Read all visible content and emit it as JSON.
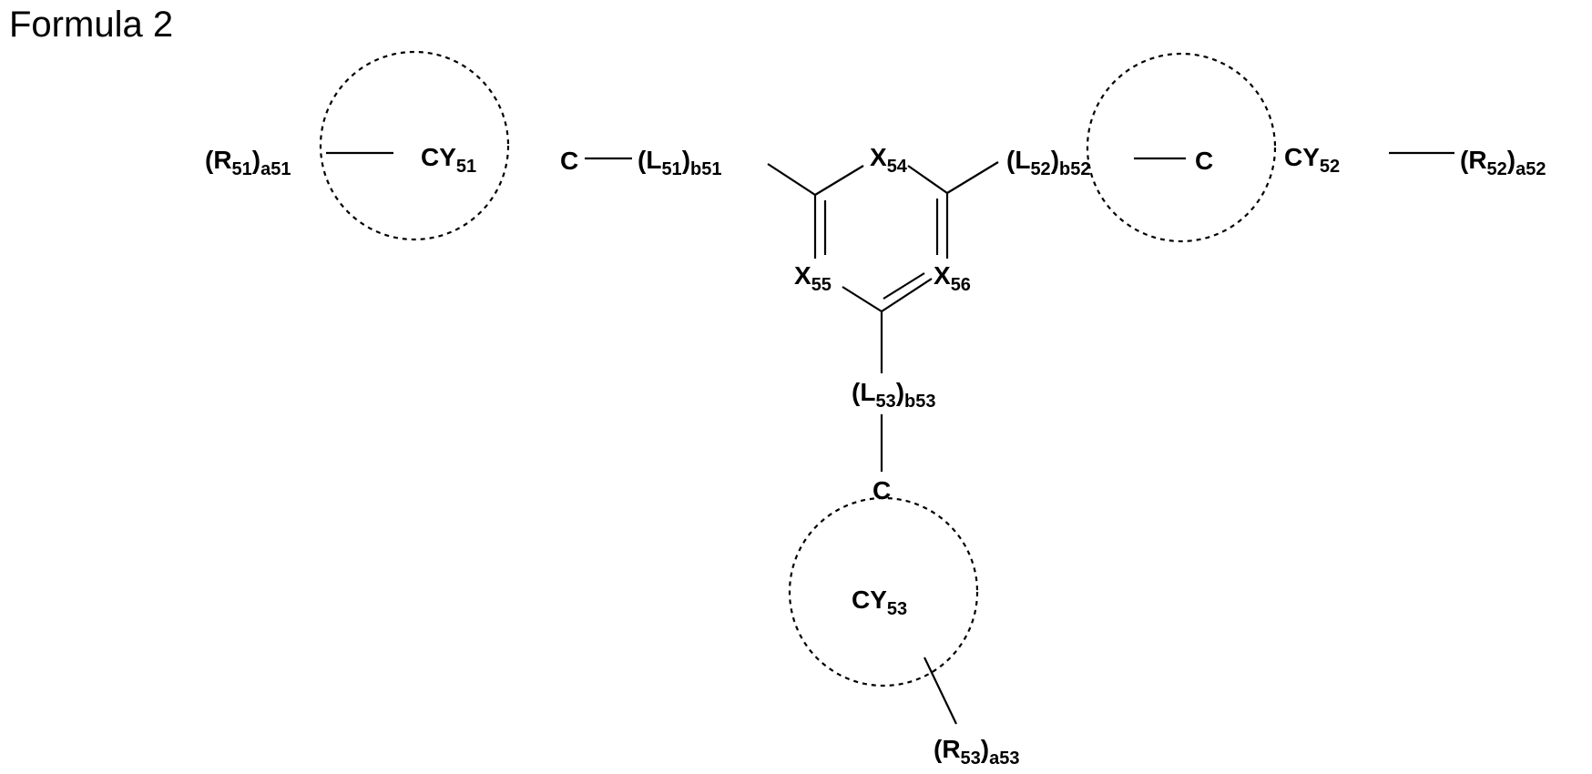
{
  "title": "Formula 2",
  "labels": {
    "r51": {
      "main": "(R",
      "sub1": "51",
      "close": ")",
      "sub2": "a51"
    },
    "cy51": {
      "main": "CY",
      "sub1": "51"
    },
    "c51": "C",
    "l51": {
      "main": "(L",
      "sub1": "51",
      "close": ")",
      "sub2": "b51"
    },
    "x54": {
      "main": "X",
      "sub1": "54"
    },
    "l52": {
      "main": "(L",
      "sub1": "52",
      "close": ")",
      "sub2": "b52"
    },
    "c52": "C",
    "cy52": {
      "main": "CY",
      "sub1": "52"
    },
    "r52": {
      "main": "(R",
      "sub1": "52",
      "close": ")",
      "sub2": "a52"
    },
    "x55": {
      "main": "X",
      "sub1": "55"
    },
    "x56": {
      "main": "X",
      "sub1": "56"
    },
    "l53": {
      "main": "(L",
      "sub1": "53",
      "close": ")",
      "sub2": "b53"
    },
    "c53": "C",
    "cy53": {
      "main": "CY",
      "sub1": "53"
    },
    "r53": {
      "main": "(R",
      "sub1": "53",
      "close": ")",
      "sub2": "a53"
    }
  }
}
